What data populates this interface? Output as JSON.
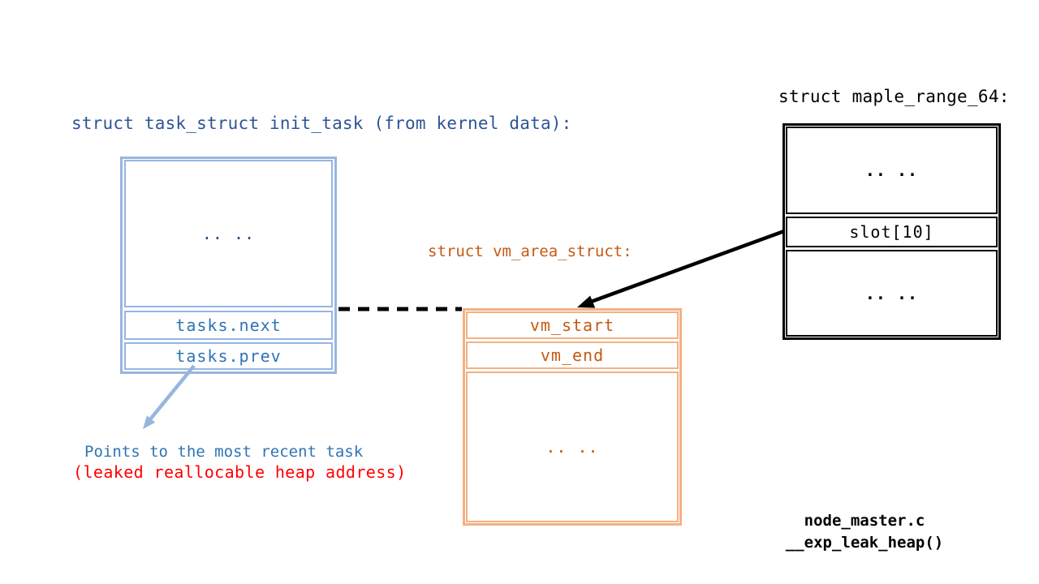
{
  "task": {
    "title": "struct task_struct init_task (from kernel data):",
    "dots": ".. ..",
    "rows": [
      "tasks.next",
      "tasks.prev"
    ]
  },
  "vma": {
    "title": "struct vm_area_struct:",
    "rows": [
      "vm_start",
      "vm_end"
    ],
    "dots": ".. .."
  },
  "maple": {
    "title": "struct maple_range_64:",
    "dots_top": ".. ..",
    "slot": "slot[10]",
    "dots_bottom": ".. .."
  },
  "note": {
    "line1": "Points to the most recent task",
    "line2": "(leaked reallocable heap address)"
  },
  "footer": {
    "line1": "node_master.c",
    "line2": "__exp_leak_heap()"
  },
  "colors": {
    "black": "#000000",
    "light_blue": "#97B6DF",
    "blue_title": "#2F5496",
    "blue_label": "#2E74B5",
    "blue_dots": "#1F4E79",
    "orange_border": "#F4B183",
    "orange_text": "#C55A11",
    "red": "#FF0000",
    "background": "#FFFFFF"
  }
}
